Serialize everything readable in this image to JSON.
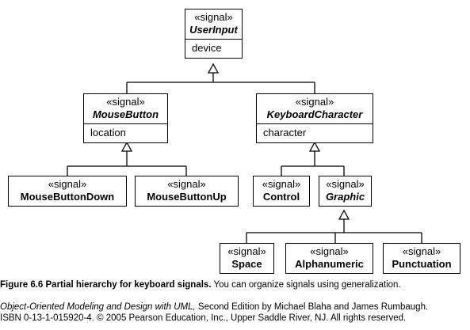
{
  "classes": {
    "userinput": {
      "stereotype": "«signal»",
      "name": "UserInput",
      "abstract": true,
      "attribute": "device"
    },
    "mousebutton": {
      "stereotype": "«signal»",
      "name": "MouseButton",
      "abstract": true,
      "attribute": "location"
    },
    "keyboardchar": {
      "stereotype": "«signal»",
      "name": "KeyboardCharacter",
      "abstract": true,
      "attribute": "character"
    },
    "mousedown": {
      "stereotype": "«signal»",
      "name": "MouseButtonDown",
      "abstract": false
    },
    "mouseup": {
      "stereotype": "«signal»",
      "name": "MouseButtonUp",
      "abstract": false
    },
    "control": {
      "stereotype": "«signal»",
      "name": "Control",
      "abstract": false
    },
    "graphic": {
      "stereotype": "«signal»",
      "name": "Graphic",
      "abstract": true
    },
    "space": {
      "stereotype": "«signal»",
      "name": "Space",
      "abstract": false
    },
    "alphanumeric": {
      "stereotype": "«signal»",
      "name": "Alphanumeric",
      "abstract": false
    },
    "punctuation": {
      "stereotype": "«signal»",
      "name": "Punctuation",
      "abstract": false
    }
  },
  "generalizations": [
    {
      "parent": "userinput",
      "children": [
        "mousebutton",
        "keyboardchar"
      ]
    },
    {
      "parent": "mousebutton",
      "children": [
        "mousedown",
        "mouseup"
      ]
    },
    {
      "parent": "keyboardchar",
      "children": [
        "control",
        "graphic"
      ]
    },
    {
      "parent": "graphic",
      "children": [
        "space",
        "alphanumeric",
        "punctuation"
      ]
    }
  ],
  "caption": {
    "figure": "Figure 6.6  Partial hierarchy for keyboard signals.",
    "text": " You can organize signals using generalization."
  },
  "credit": {
    "book": "Object-Oriented Modeling and Design with UML,",
    "line1_rest": " Second Edition by Michael Blaha and James Rumbaugh.",
    "line2": "ISBN 0-13-1-015920-4. © 2005 Pearson Education, Inc., Upper Saddle River, NJ. All rights reserved."
  }
}
